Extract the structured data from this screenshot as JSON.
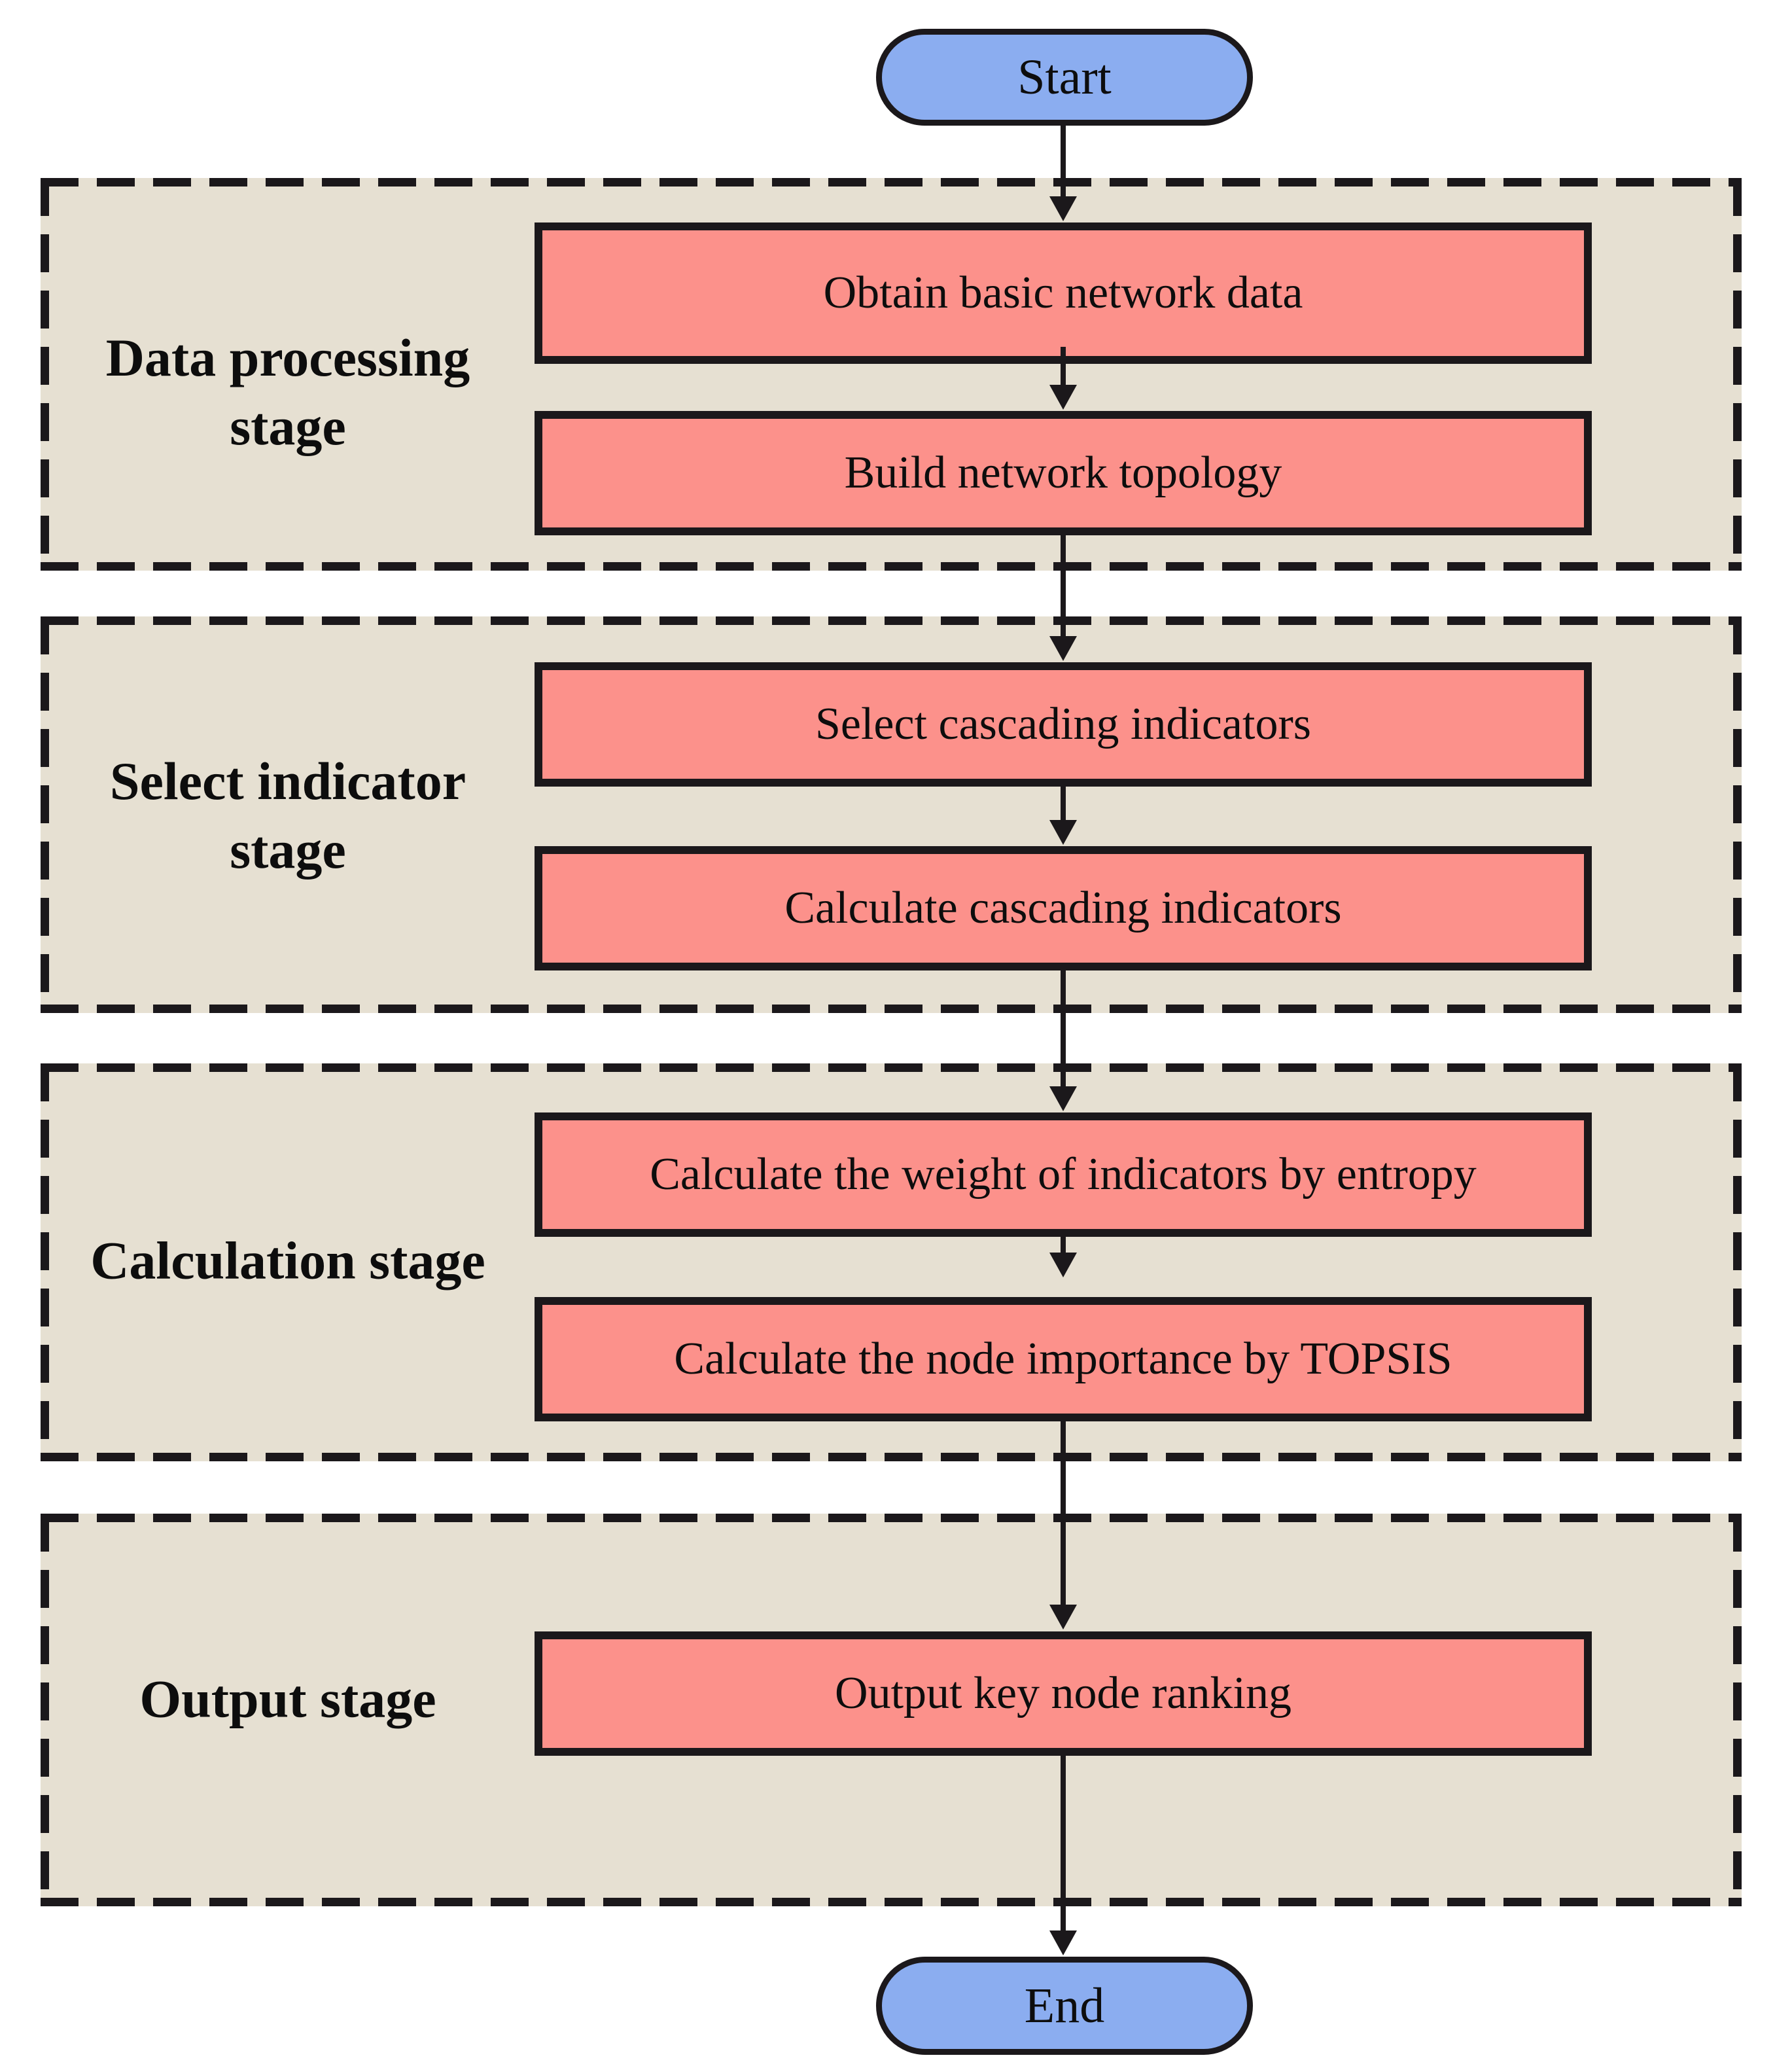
{
  "flowchart": {
    "start": {
      "label": "Start"
    },
    "end": {
      "label": "End"
    },
    "stages": [
      {
        "label": "Data processing stage",
        "boxes": [
          {
            "label": "Obtain basic network data"
          },
          {
            "label": "Build network topology"
          }
        ]
      },
      {
        "label": "Select indicator stage",
        "boxes": [
          {
            "label": "Select cascading indicators"
          },
          {
            "label": "Calculate cascading indicators"
          }
        ]
      },
      {
        "label": "Calculation stage",
        "boxes": [
          {
            "label": "Calculate the weight of indicators by entropy"
          },
          {
            "label": "Calculate the node importance by TOPSIS"
          }
        ]
      },
      {
        "label": "Output stage",
        "boxes": [
          {
            "label": "Output key node ranking"
          }
        ]
      }
    ],
    "colors": {
      "terminator_fill": "#8BADF0",
      "process_fill": "#FC918B",
      "stage_fill": "#E6E0D2",
      "line_color": "#1B181B"
    }
  }
}
